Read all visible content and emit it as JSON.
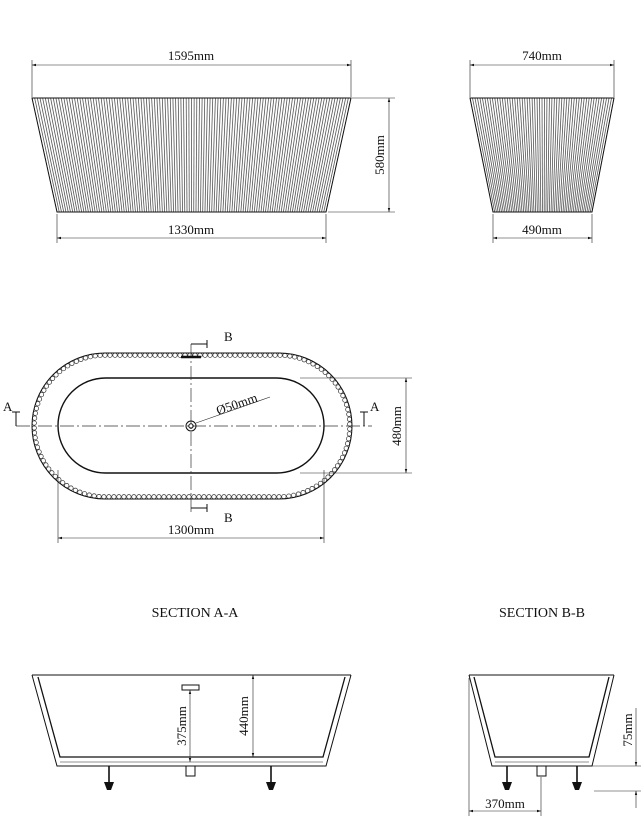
{
  "side_view": {
    "top_width": "1595mm",
    "bottom_width": "1330mm",
    "height": "580mm"
  },
  "end_view": {
    "top_width": "740mm",
    "bottom_width": "490mm"
  },
  "plan_view": {
    "section_b_top": "B",
    "section_b_bottom": "B",
    "section_a_left": "A",
    "section_a_right": "A",
    "drain_diameter": "Ø50mm",
    "inner_length": "1300mm",
    "inner_width": "480mm"
  },
  "section_aa": {
    "title": "SECTION A-A",
    "drain_height": "375mm",
    "depth": "440mm"
  },
  "section_bb": {
    "title": "SECTION B-B",
    "floor_height": "75mm",
    "drain_offset": "370mm"
  },
  "colors": {
    "line": "#111111",
    "background": "#ffffff"
  }
}
